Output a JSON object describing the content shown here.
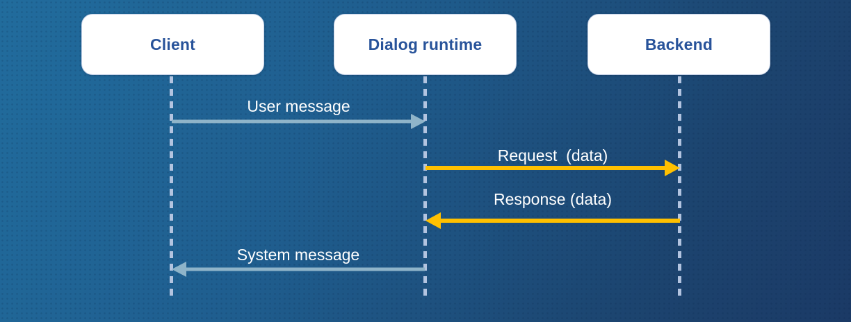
{
  "diagram": {
    "type": "sequence-diagram",
    "actors": [
      {
        "id": "client",
        "label": "Client"
      },
      {
        "id": "dialog-runtime",
        "label": "Dialog runtime"
      },
      {
        "id": "backend",
        "label": "Backend"
      }
    ],
    "messages": [
      {
        "label": "User message",
        "from": "client",
        "to": "dialog-runtime",
        "direction": "right",
        "color": "#8FB4C9"
      },
      {
        "label": "Request  (data)",
        "from": "dialog-runtime",
        "to": "backend",
        "direction": "right",
        "color": "#FFC000"
      },
      {
        "label": "Response (data)",
        "from": "backend",
        "to": "dialog-runtime",
        "direction": "left",
        "color": "#FFC000"
      },
      {
        "label": "System message",
        "from": "dialog-runtime",
        "to": "client",
        "direction": "left",
        "color": "#8FB4C9"
      }
    ],
    "colors": {
      "background_top_left": "#216C9D",
      "background_bottom_right": "#1B3A66",
      "actor_box_fill": "#FFFFFF",
      "actor_text": "#28539A",
      "lifeline": "#B3C4E0",
      "message_text": "#FFFFFF",
      "arrow_steel": "#8FB4C9",
      "arrow_gold": "#FFC000"
    }
  }
}
